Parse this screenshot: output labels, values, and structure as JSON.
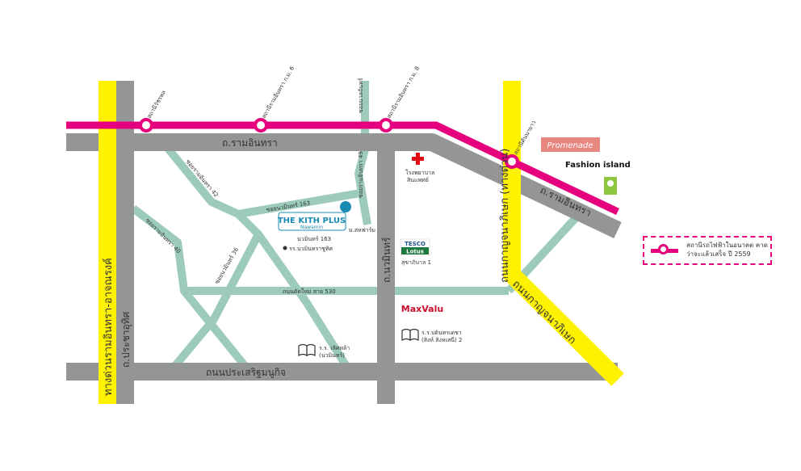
{
  "roads": {
    "ram_inthra_top": "ถ.รามอินทรา",
    "ram_inthra_right": "ถ.รามอินทรา",
    "expressway_left": "ทางด่วนรามอินทรา-อาจณรงค์",
    "pracha_uthit": "ถ.ประชาอุทิศ",
    "nawamin": "ถ.นวมินทร์",
    "kanchanaphisek": "ถนนกาญจนาภิเษก (ทางด่วน)",
    "kanchanaphisek_lower": "ถนนกาญจนาภิเษก",
    "prasert": "ถนนประเสริฐมนูกิจ",
    "new_road_530": "ถนนตัดใหม่ สาย 530",
    "soi_nawamin_163": "ซอยนวมินทร์ 163",
    "soi_ram_42": "ซอยรามอินทรา 42",
    "soi_ram_40": "ซอยรามอินทรา 40",
    "soi_nawamin_36": "ซอยนวมินทร์ 36",
    "soi_nuanchan": "ซอยนวลจันทร์",
    "soi_ram_49": "ซอยรามอินทรา 49"
  },
  "stations": {
    "s1": "สถานีวัชรพล",
    "s2": "สถานีรามอินทรา ก.ม. 6",
    "s3": "สถานีรามอินทรา ก.ม. 8",
    "s4": "สถานีคันนายาว"
  },
  "places": {
    "project_logo_main": "THE KITH PLUS",
    "project_logo_sub": "Nawamin",
    "nawamin_163": "นวมินทร์ 163",
    "school_nawamin": "รร.นวมินทราชูทิศ",
    "village": "ม.สหฟาร์ม",
    "hospital_line1": "โรงพยาบาล",
    "hospital_line2": "สินแพทย์",
    "tesco_top": "TESCO",
    "tesco_bottom": "Lotus",
    "sukhaphiban": "สุขาภิบาล 1",
    "maxvalu": "MaxValu",
    "school_left_1": "ร.ร. เลิศหล้า",
    "school_left_2": "(นวมินทร์)",
    "school_right_1": "ร.ร.บดินทรเดชา",
    "school_right_2": "(สิงห์ สิงหเสนี) 2",
    "promenade": "Promenade",
    "fashion_island": "Fashion island"
  },
  "legend": {
    "text": "สถานีรถไฟฟ้าในอนาคต คาดว่าจะแล้วเสร็จ ปี 2559"
  },
  "colors": {
    "gray_road": "#949595",
    "green_road": "#9cccb9",
    "yellow_road": "#fff200",
    "pink_rail": "#e6007e",
    "marker": "#1b8cb4",
    "hospital_red": "#e30613",
    "maxvalu_red": "#c8102e",
    "promenade_bg": "#e8877f",
    "tesco_blue": "#1d4f91",
    "lotus_green": "#1c7a3f"
  }
}
